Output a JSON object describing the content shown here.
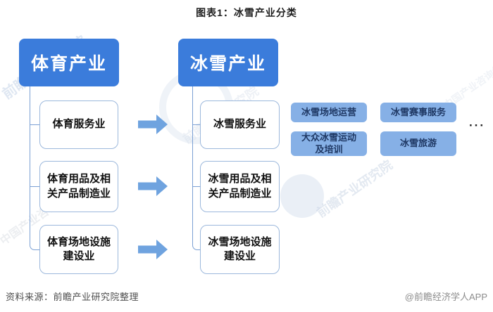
{
  "title": "图表1：冰雪产业分类",
  "colors": {
    "parent_fill": "#3b7cdb",
    "arrow_fill": "#6fa3df",
    "small_fill": "#86b0e6",
    "small_text": "#1f3864",
    "child_border": "#9cb8dc",
    "connector": "#7ba0d4"
  },
  "diagram": {
    "left_tree": {
      "root": "体育产业",
      "children": [
        "体育服务业",
        "体育用品及相\n关产品制造业",
        "体育场地设施\n建设业"
      ]
    },
    "right_tree": {
      "root": "冰雪产业",
      "children": [
        "冰雪服务业",
        "冰雪用品及相\n关产品制造业",
        "冰雪场地设施\n建设业"
      ]
    },
    "subcategories": [
      "冰雪场地运营",
      "冰雪赛事服务",
      "大众冰雪运动\n及培训",
      "冰雪旅游"
    ],
    "more_indicator": "···"
  },
  "watermark": {
    "brand": "前瞻产业研究院",
    "tagline": "中国产业咨询领导者"
  },
  "footer": {
    "source": "资料来源：前瞻产业研究院整理",
    "credit": "@前瞻经济学人APP"
  }
}
